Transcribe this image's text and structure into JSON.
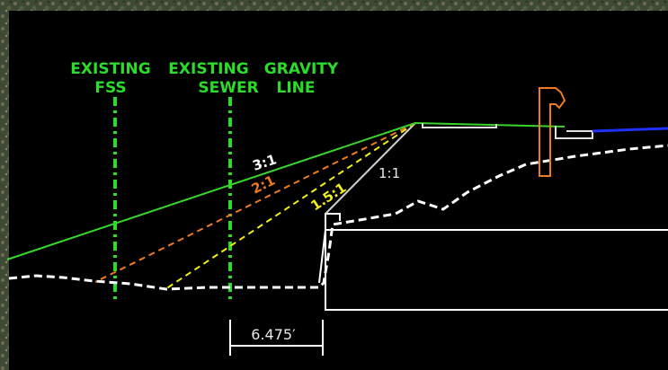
{
  "labels": {
    "existing_fss_line1": "EXISTING",
    "existing_fss_line2": "FSS",
    "existing_sewer_line1": "EXISTING",
    "existing_sewer_line2": "SEWER",
    "gravity_line1": "GRAVITY",
    "gravity_line2": "LINE"
  },
  "slopes": {
    "s_3_1": "3:1",
    "s_2_1": "2:1",
    "s_1_5_1": "1.5:1",
    "s_1_1": "1:1"
  },
  "dimension": {
    "value": "6.475′"
  },
  "colors": {
    "background": "#000000",
    "existing_utility": "#2bdc2b",
    "slope_3_1": "#39d52e",
    "slope_2_1": "#f07a1e",
    "slope_1_5_1": "#f2ef1a",
    "slope_1_1": "#cfcfcf",
    "ground_profile": "#ffffff",
    "structure": "#ffffff",
    "barrier": "#f07a1e",
    "water_line": "#2030ff",
    "aerial_photo": "#3b4a32"
  }
}
